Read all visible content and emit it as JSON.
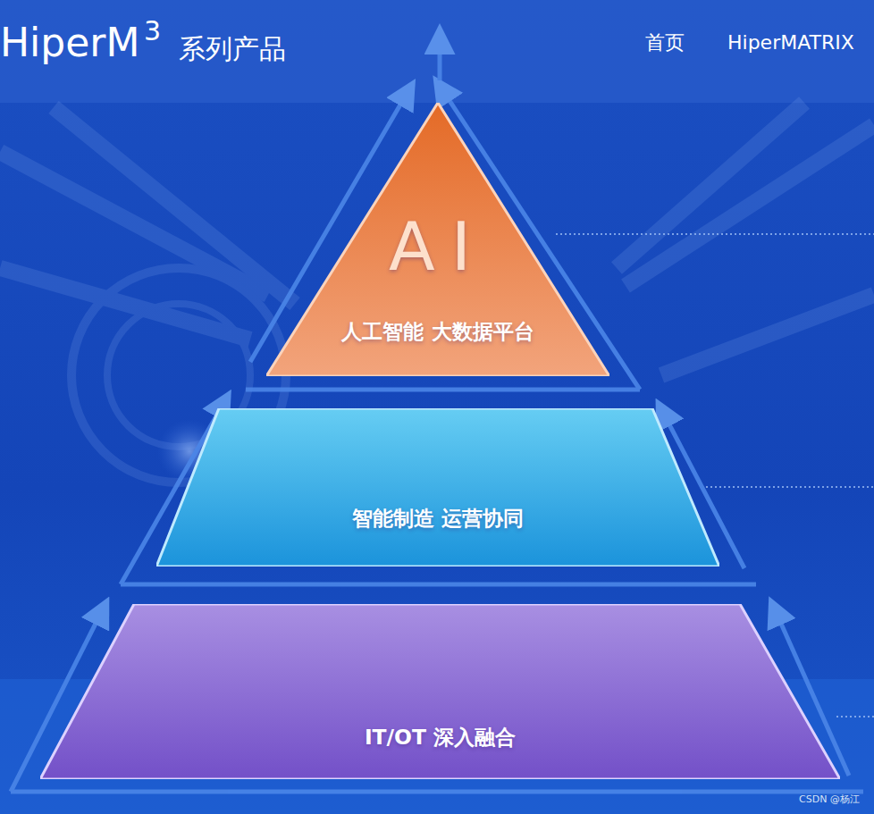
{
  "diagram": {
    "nodes": [
      {
        "text": [
          "AI",
          "人工智能 大数据平台"
        ]
      },
      {
        "text": [
          "智能制造 运营协同"
        ]
      },
      {
        "text": [
          "IT/OT 深入融合"
        ]
      }
    ],
    "labels": [
      "HiperM",
      "3",
      "系列产品",
      "首页",
      "HiperMATRIX",
      "CSDN @杨江"
    ]
  }
}
